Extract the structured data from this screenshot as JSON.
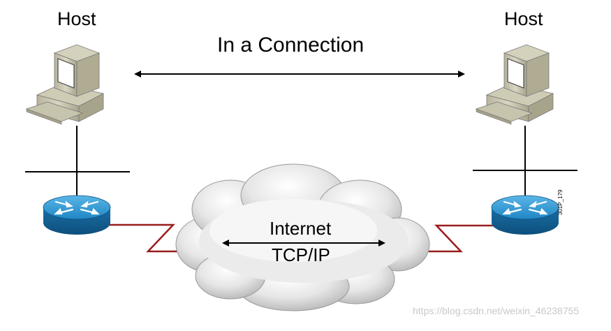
{
  "labels": {
    "host_left": "Host",
    "host_right": "Host",
    "connection": "In a Connection",
    "internet": "Internet",
    "protocol": "TCP/IP",
    "figure_id": "301P_179",
    "watermark": "https://blog.csdn.net/weixin_46238755"
  },
  "colors": {
    "wan_link": "#9a1c1c",
    "router_blue": "#1f86c4",
    "computer_beige": "#c9c6b0"
  },
  "icons": [
    "computer-icon",
    "router-icon",
    "cloud-icon"
  ]
}
